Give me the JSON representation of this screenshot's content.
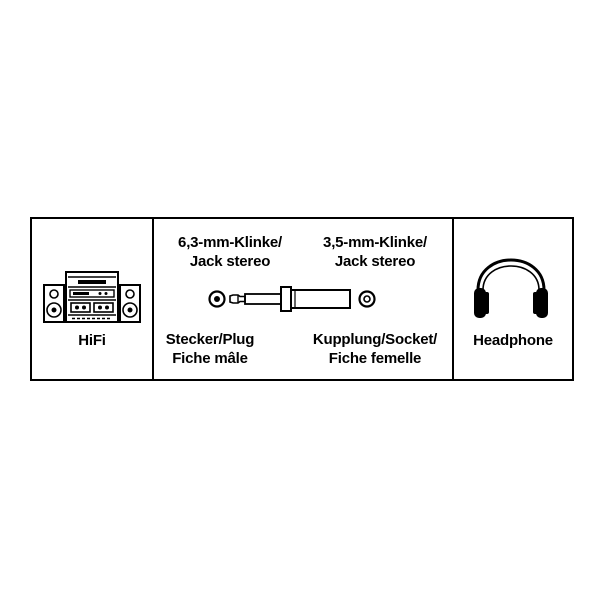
{
  "cells": [
    {
      "name": "hifi",
      "label": "HiFi",
      "icon": "hifi-stereo-icon"
    },
    {
      "name": "adapter",
      "left_top": [
        "6,3-mm-Klinke/",
        "Jack stereo"
      ],
      "right_top": [
        "3,5-mm-Klinke/",
        "Jack stereo"
      ],
      "left_bottom": [
        "Stecker/Plug",
        "Fiche mâle"
      ],
      "right_bottom": [
        "Kupplung/Socket/",
        "Fiche femelle"
      ],
      "icon": "jack-adapter-icon"
    },
    {
      "name": "headphone",
      "label": "Headphone",
      "icon": "headphones-icon"
    }
  ]
}
